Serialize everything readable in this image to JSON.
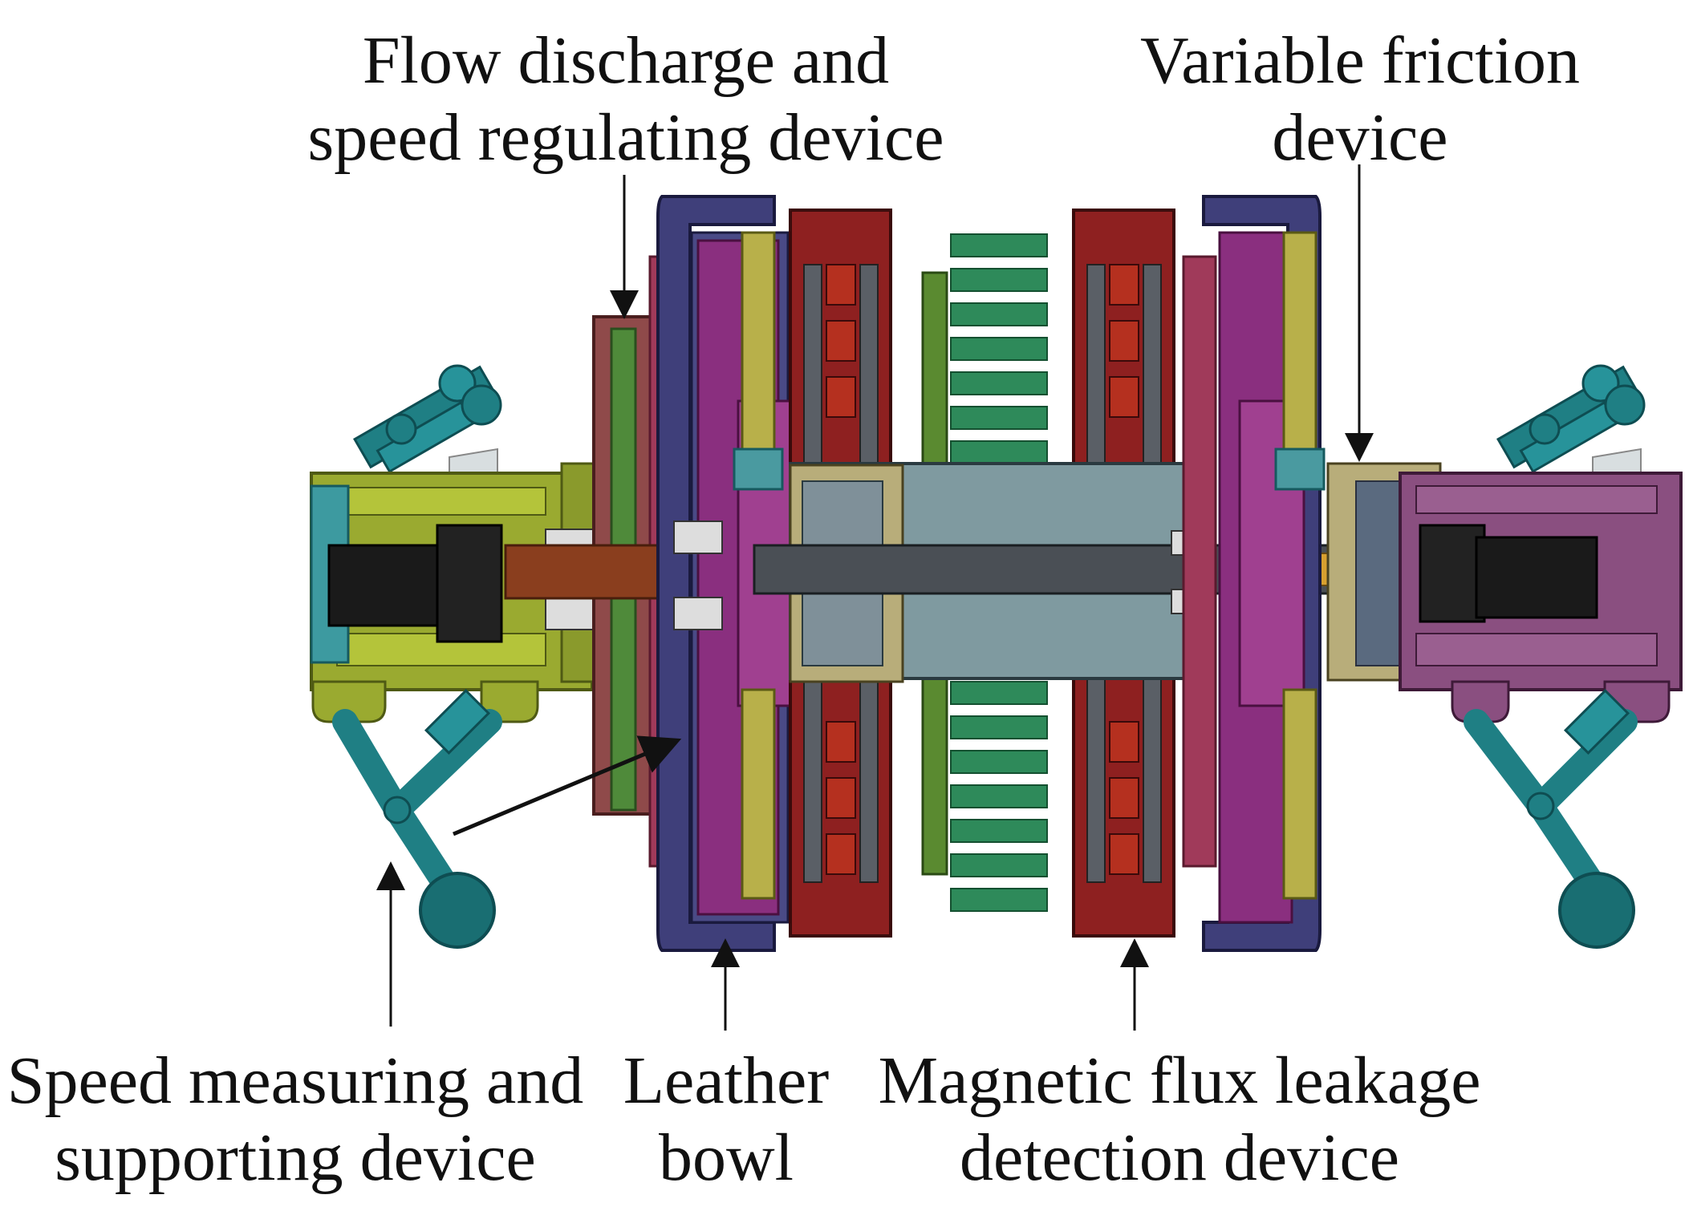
{
  "labels": {
    "flow_discharge": {
      "line1": "Flow discharge and",
      "line2": "speed regulating device"
    },
    "variable_friction": {
      "line1": "Variable friction",
      "line2": "device"
    },
    "speed_measuring": {
      "line1": "Speed measuring and",
      "line2": "supporting device"
    },
    "leather_bowl": {
      "line1": "Leather",
      "line2": "bowl"
    },
    "magnetic_flux": {
      "line1": "Magnetic flux leakage",
      "line2": "detection device"
    }
  },
  "colors": {
    "olive": "#8a9a2c",
    "teal": "#1a6e6e",
    "purple": "#8a2f7a",
    "navy": "#3a3a72",
    "red": "#8a1e1e",
    "brown": "#7a3f20",
    "green": "#2e7a4a",
    "grey": "#7f9099",
    "mauve": "#8a4f80"
  }
}
